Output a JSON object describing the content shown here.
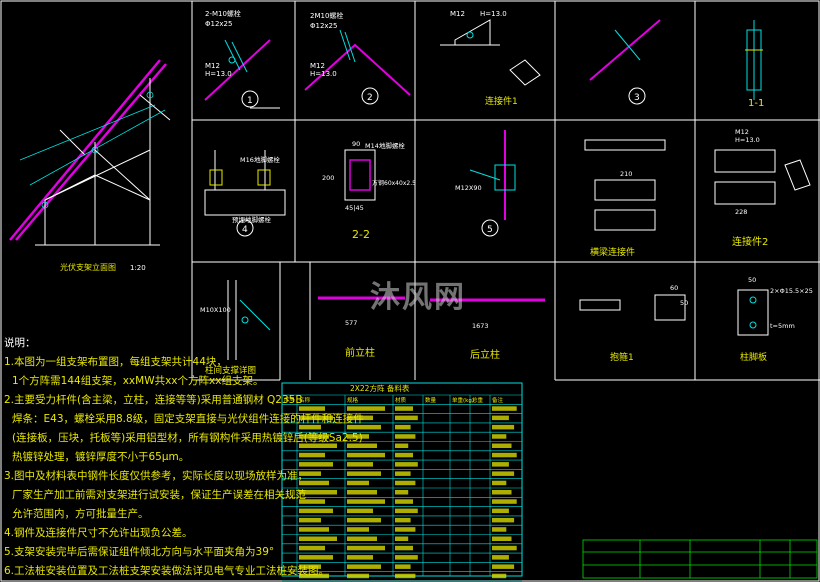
{
  "panels": {
    "p1": {
      "label_top": "2-M10螺栓",
      "label_sub": "Φ12x25",
      "label_m": "M12",
      "label_h": "H=13.0",
      "num": "1"
    },
    "p2": {
      "label_top": "2M10螺栓",
      "label_sub": "Φ12x25",
      "label_m": "M12",
      "label_h": "H=13.0",
      "num": "2"
    },
    "p3": {
      "label_m": "M12",
      "label_h": "H=13.0",
      "title": "连接件1"
    },
    "p4": {
      "num": "3"
    },
    "p5": {
      "title": "1-1"
    },
    "p6": {
      "label": "M16地脚螺栓",
      "note": "预埋地脚螺栓",
      "num": "4"
    },
    "p7": {
      "label": "M14地脚螺栓",
      "dim1": "200",
      "dim2": "90",
      "dim3": "45|45",
      "steel": "方钢60x40x2.5",
      "title": "2-2"
    },
    "p8": {
      "label": "M12X90",
      "num": "5"
    },
    "p9": {
      "dim1": "210",
      "title": "横梁连接件"
    },
    "p10": {
      "label_m": "M12",
      "label_h": "H=13.0",
      "dim1": "228",
      "title": "连接件2"
    },
    "p11": {
      "label": "M10X100",
      "title": "柱间支撑详图"
    },
    "p12": {
      "dim1": "577",
      "title": "前立柱"
    },
    "p13": {
      "dim1": "1673",
      "title": "后立柱"
    },
    "p14": {
      "dim1": "60",
      "dim2": "50",
      "title": "抱箍1"
    },
    "p15": {
      "dim1": "50",
      "label": "2×Φ15.5×25",
      "dim2": "t=5mm",
      "title": "柱脚板"
    }
  },
  "main_view": {
    "caption": "光伏支架立面图",
    "scale": "1:20"
  },
  "notes": {
    "title": "说明：",
    "lines": [
      "1.本图为一组支架布置图，每组支架共计44块，",
      "1个方阵需144组支架，xxMW共xx个方阵xx组支架。",
      "2.主要受力杆件(含主梁，立柱，连接等等)采用普通钢材 Q235B",
      "焊条：E43，螺栓采用8.8级，固定支架直接与光伏组件连接的杆件和连接件",
      "(连接板，压块，托板等)采用铝型材，所有钢构件采用热镀锌后(等级Sa2.5)",
      "热镀锌处理，镀锌厚度不小于65μm。",
      "3.图中及材料表中钢件长度仅供参考，实际长度以现场放样为准，",
      "厂家生产加工前需对支架进行试安装，保证生产误差在相关规范",
      "允许范围内，方可批量生产。",
      "4.钢件及连接件尺寸不允许出现负公差。",
      "5.支架安装完毕后需保证组件倾北方向与水平面夹角为39°",
      "6.工法桩安装位置及工法桩支架安装做法详见电气专业工法桩安装图。"
    ]
  },
  "table": {
    "title": "2X22方阵 备料表",
    "headers": [
      "序号",
      "名称",
      "规格",
      "材质",
      "数量",
      "单重(kg)",
      "总重",
      "备注"
    ],
    "row_count": 19
  },
  "watermark": "沐风网",
  "colors": {
    "background": "#000000",
    "frame": "#ffffff",
    "yellow": "#e8e800",
    "cyan": "#00e0e0",
    "green": "#00e000",
    "magenta": "#e000e0",
    "red": "#ff2020"
  }
}
